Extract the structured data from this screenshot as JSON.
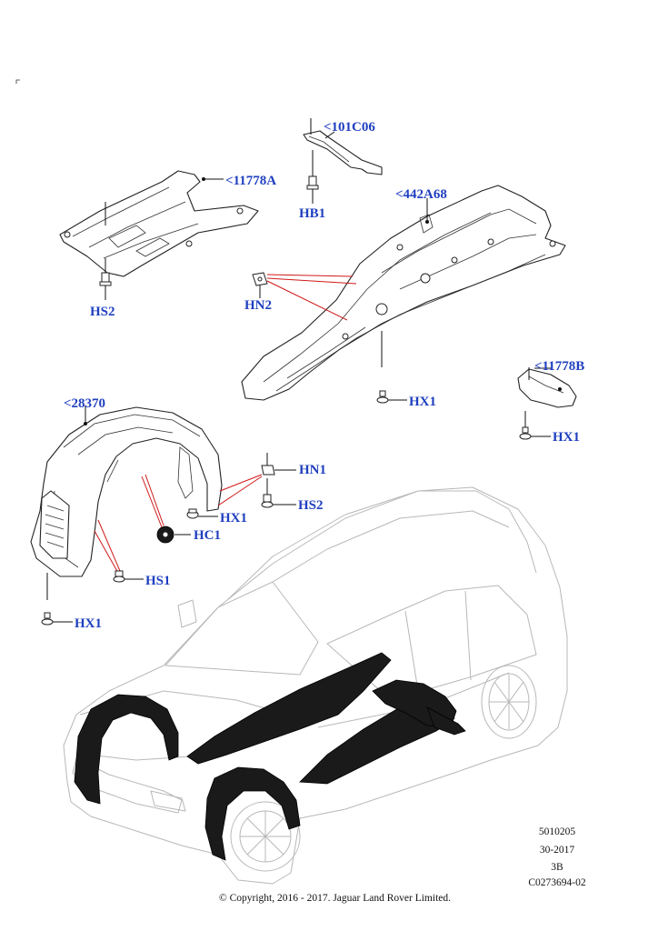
{
  "callouts": {
    "c101C06": "<101C06",
    "hb1": "HB1",
    "c11778A": "<11778A",
    "c442A68": "<442A68",
    "hs2_top": "HS2",
    "hn2": "HN2",
    "hx1_mid": "HX1",
    "c11778B": "<11778B",
    "hx1_right": "HX1",
    "c28370": "<28370",
    "hn1": "HN1",
    "hs2_mid": "HS2",
    "hx1_liner": "HX1",
    "hc1": "HC1",
    "hs1": "HS1",
    "hx1_bottom": "HX1"
  },
  "footer": {
    "code1": "5010205",
    "code2": "30-2017",
    "code3": "3B",
    "code4": "C0273694-02",
    "copyright": "© Copyright, 2016 - 2017. Jaguar Land Rover Limited."
  },
  "colors": {
    "callout": "#1f3fbf",
    "leader_red": "#d01818",
    "part_line": "#222222",
    "car_outline": "#b8b8b8"
  }
}
